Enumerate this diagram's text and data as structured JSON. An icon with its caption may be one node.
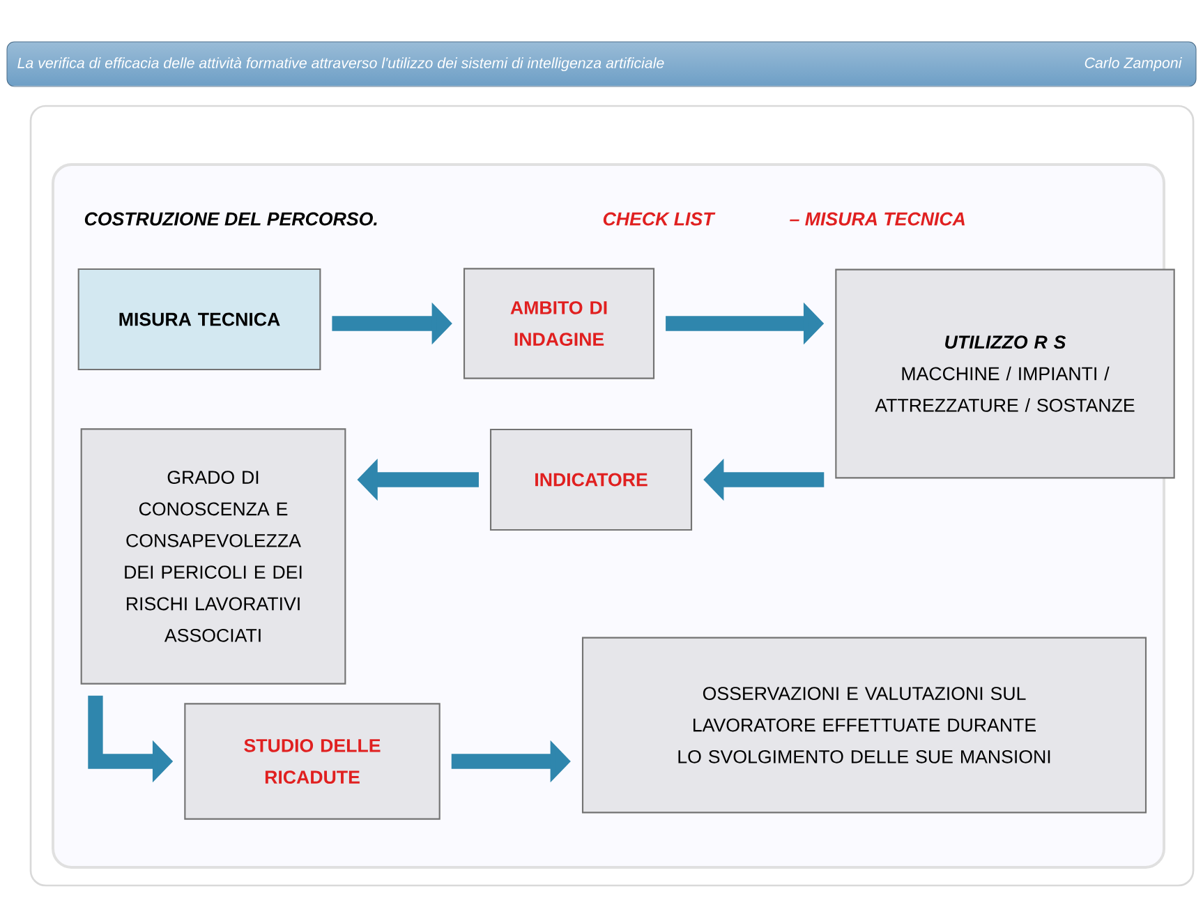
{
  "diagram": {
    "title": "La verifica di efficacia delle attività formative attraverso l'utilizzo dei sistemi di intelligenza artificiale",
    "nodes": [
      {
        "text": [
          "MISURA TECNICA"
        ]
      },
      {
        "text": [
          "AMBITO DI INDAGINE"
        ]
      },
      {
        "text": [
          "UTILIZZO R S",
          "MACCHINE / IMPIANTI / ATTREZZATURE / SOSTANZE"
        ]
      },
      {
        "text": [
          "INDICATORE"
        ]
      },
      {
        "text": [
          "GRADO DI CONOSCENZA E CONSAPEVOLEZZA DEI PERICOLI E DEI RISCHI LAVORATIVI ASSOCIATI"
        ]
      },
      {
        "text": [
          "STUDIO DELLE RICADUTE"
        ]
      },
      {
        "text": [
          "OSSERVAZIONI E VALUTAZIONI SUL LAVORATORE EFFETTUATE DURANTE LO SVOLGIMENTO DELLE SUE MANSIONI"
        ]
      }
    ],
    "edges": [
      {
        "from": 0,
        "to": 1,
        "arrow": "to"
      },
      {
        "from": 1,
        "to": 2,
        "arrow": "to"
      },
      {
        "from": 2,
        "to": 3,
        "arrow": "to"
      },
      {
        "from": 3,
        "to": 4,
        "arrow": "to"
      },
      {
        "from": 4,
        "to": 5,
        "arrow": "to"
      },
      {
        "from": 5,
        "to": 6,
        "arrow": "to"
      }
    ],
    "labels": [
      "Carlo Zamponi",
      "COSTRUZIONE DEL PERCORSO.",
      "CHECK LIST",
      "– MISURA TECNICA"
    ]
  }
}
